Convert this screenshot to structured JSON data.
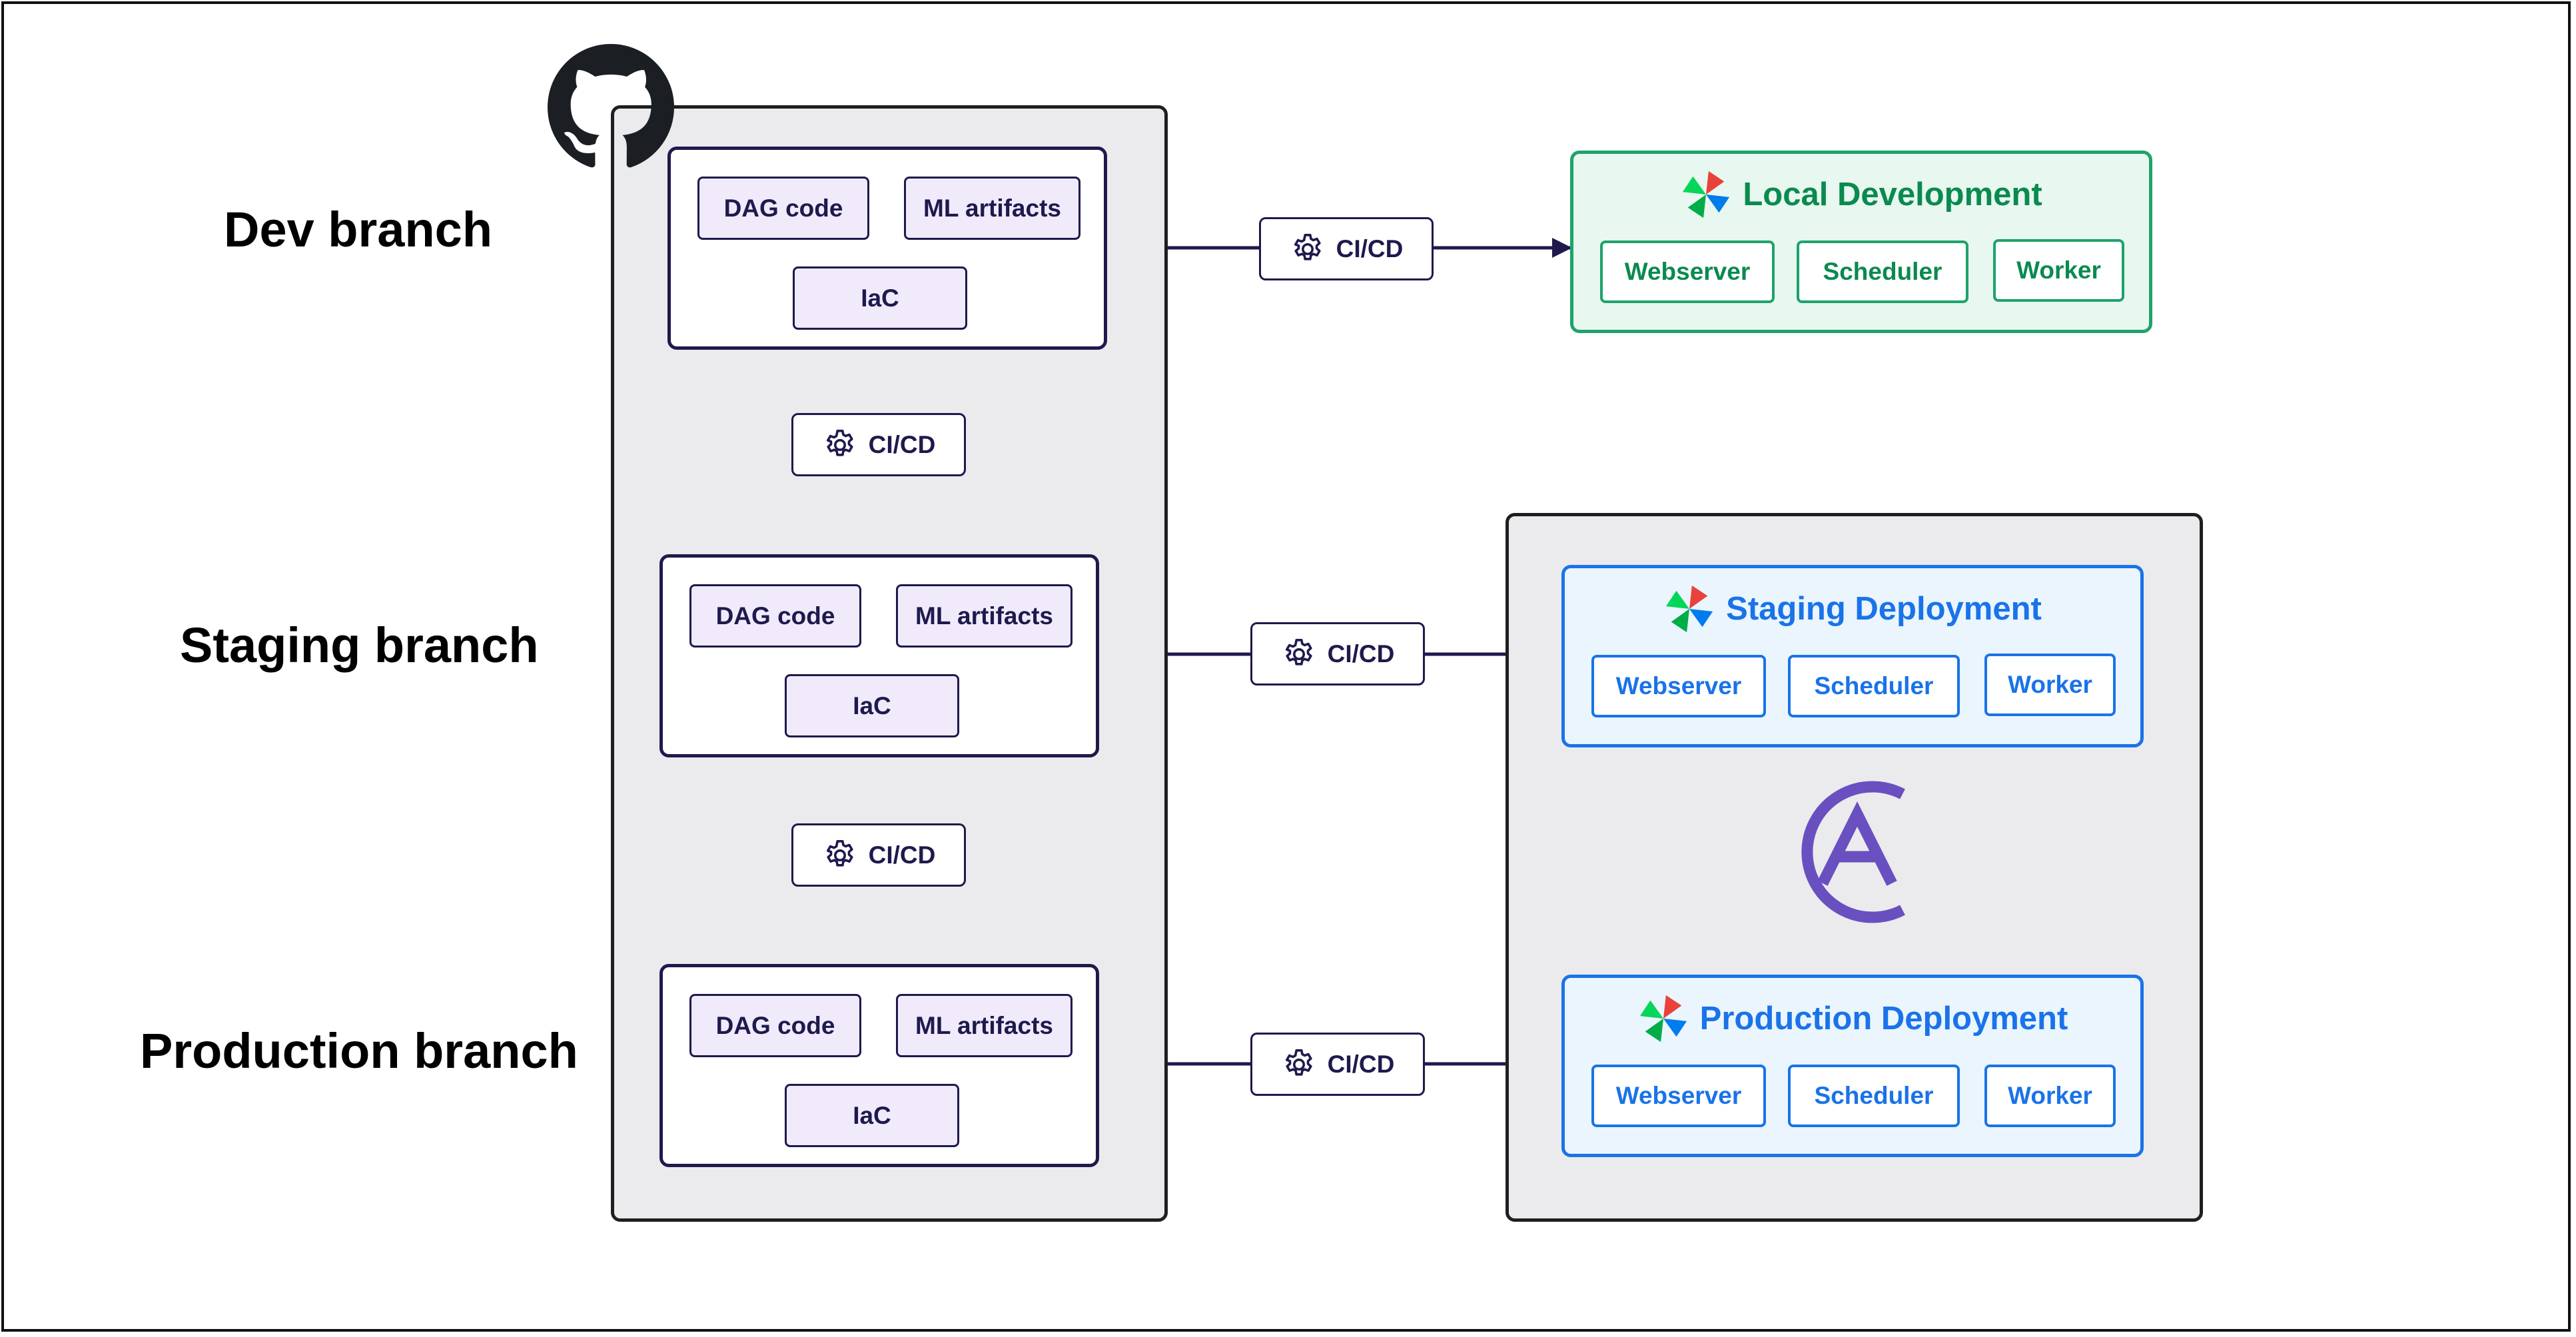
{
  "branches": {
    "dev": "Dev branch",
    "staging": "Staging branch",
    "production": "Production branch"
  },
  "repo_card_items": {
    "dag_code": "DAG code",
    "ml_artifacts": "ML artifacts",
    "iac": "IaC"
  },
  "cicd_label": "CI/CD",
  "environments": {
    "local": {
      "title": "Local Development",
      "components": [
        "Webserver",
        "Scheduler",
        "Worker"
      ],
      "color": "#0a8a4f",
      "background": "#e8f7ef"
    },
    "staging": {
      "title": "Staging Deployment",
      "components": [
        "Webserver",
        "Scheduler",
        "Worker"
      ],
      "color": "#1a73e8",
      "background": "#eaf5fe"
    },
    "production": {
      "title": "Production Deployment",
      "components": [
        "Webserver",
        "Scheduler",
        "Worker"
      ],
      "color": "#1a73e8",
      "background": "#eaf5fe"
    }
  },
  "icons": {
    "repo": "github-icon",
    "pipeline": "gear-icon",
    "airflow": "airflow-pinwheel-icon",
    "platform": "astronomer-logo-icon"
  },
  "colors": {
    "navy": "#1e1a4d",
    "chip_fill": "#f0eafb",
    "panel_fill": "#ebebed",
    "astro_purple": "#6a4fc1"
  }
}
